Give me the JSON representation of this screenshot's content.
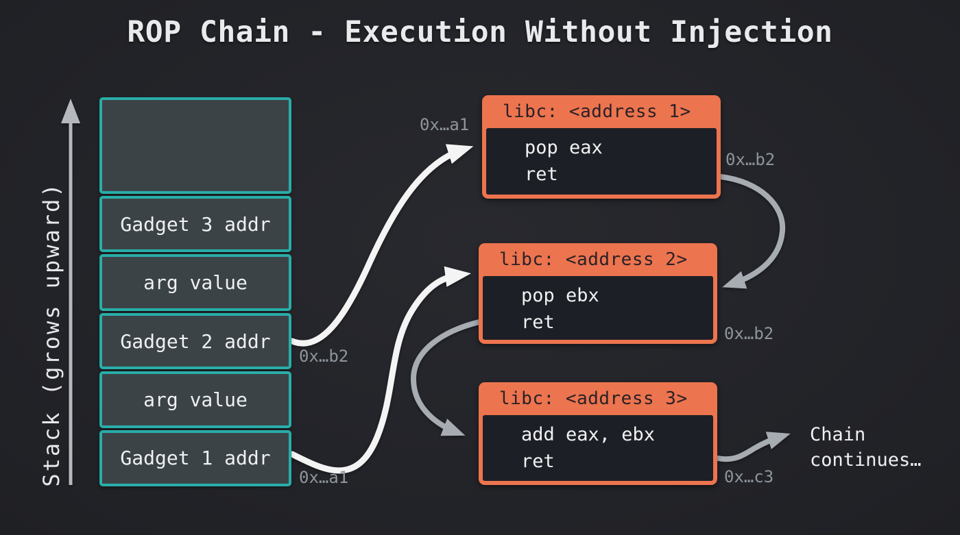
{
  "title": "ROP Chain - Execution Without Injection",
  "stack": {
    "axis_label": "Stack (grows upward)",
    "cells": [
      {
        "label": ""
      },
      {
        "label": "Gadget 3 addr"
      },
      {
        "label": "arg value"
      },
      {
        "label": "Gadget 2 addr"
      },
      {
        "label": "arg value"
      },
      {
        "label": "Gadget 1 addr"
      }
    ]
  },
  "gadgets": [
    {
      "header": "libc: <address 1>",
      "lines": [
        "pop eax",
        "ret"
      ]
    },
    {
      "header": "libc: <address 2>",
      "lines": [
        "pop ebx",
        "ret"
      ]
    },
    {
      "header": "libc: <address 3>",
      "lines": [
        "add eax, ebx",
        "ret"
      ]
    }
  ],
  "labels": {
    "entry_box1": "0x…a1",
    "exit_box1": "0x…b2",
    "stack_gadget2": "0x…b2",
    "exit_box2": "0x…b2",
    "stack_gadget1": "0x…a1",
    "exit_box3": "0x…c3"
  },
  "chain_note": "Chain continues…",
  "colors": {
    "background": "#232429",
    "stack_border": "#29ada8",
    "stack_cell_fill": "#3c4347",
    "gadget_accent": "#ec744e",
    "gadget_body": "#1d1f26",
    "text_light": "#f0f1f2",
    "label_gray": "#8e959c",
    "arrow_white": "#f4f4f4",
    "arrow_gray": "#a6acb2",
    "axis_arrow_gray": "#b5b9be"
  }
}
